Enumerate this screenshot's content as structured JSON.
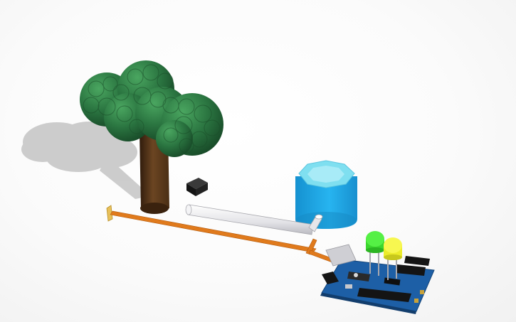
{
  "viewport": {
    "colors": {
      "background": "#f7f7f7",
      "shadow": "#c9c9c9",
      "foliage_dark": "#1f5a30",
      "foliage_mid": "#2e7a42",
      "foliage_light": "#3d9455",
      "trunk_dark": "#3b2210",
      "trunk_mid": "#5a3a1c",
      "trunk_light": "#7a5329",
      "tank_body": "#1ea7e6",
      "tank_top": "#8fe3f3",
      "pipe": "#e8e8ec",
      "wire": "#e07a1c",
      "board": "#1d5fa6",
      "led_green": "#4ae63a",
      "led_yellow": "#f2f23a"
    },
    "objects": [
      {
        "name": "tree",
        "icon": "tree-model"
      },
      {
        "name": "water-tank",
        "icon": "cylinder-tank-model"
      },
      {
        "name": "sensor-cube",
        "icon": "black-cube-model"
      },
      {
        "name": "white-pipe",
        "icon": "pipe-model"
      },
      {
        "name": "orange-wire",
        "icon": "wire-model"
      },
      {
        "name": "arduino-board",
        "icon": "microcontroller-model"
      },
      {
        "name": "green-led",
        "icon": "led-model"
      },
      {
        "name": "yellow-led",
        "icon": "led-model"
      }
    ]
  }
}
